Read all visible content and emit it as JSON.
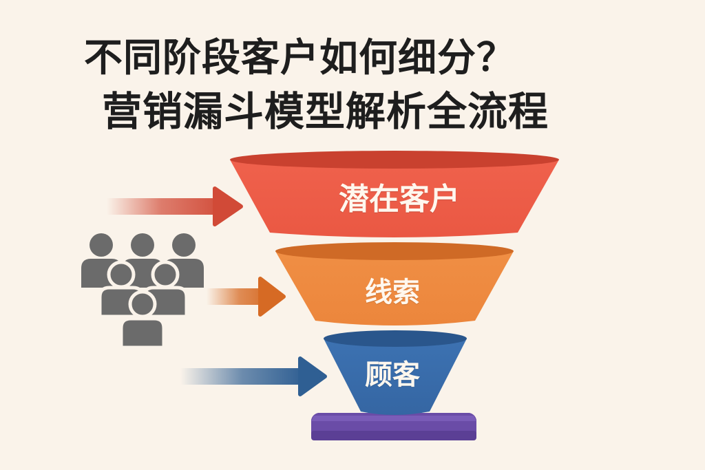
{
  "title": {
    "line1": "不同阶段客户如何细分？",
    "line2": "营销漏斗模型解析全流程"
  },
  "funnel": {
    "stages": [
      {
        "label": "潜在客户",
        "color": "#ef5b47",
        "rim_color": "#c9412f",
        "arrow_color": "#d14a37"
      },
      {
        "label": "线索",
        "color": "#ee8a3f",
        "rim_color": "#cf6a26",
        "arrow_color": "#d66a24"
      },
      {
        "label": "顾客",
        "color": "#3a6fae",
        "rim_color": "#2a568c",
        "arrow_color": "#2f5f93"
      }
    ],
    "base_color": "#6a4ca7"
  },
  "icons": {
    "people_group": "people-group-icon",
    "people_color": "#6b6b6b"
  }
}
